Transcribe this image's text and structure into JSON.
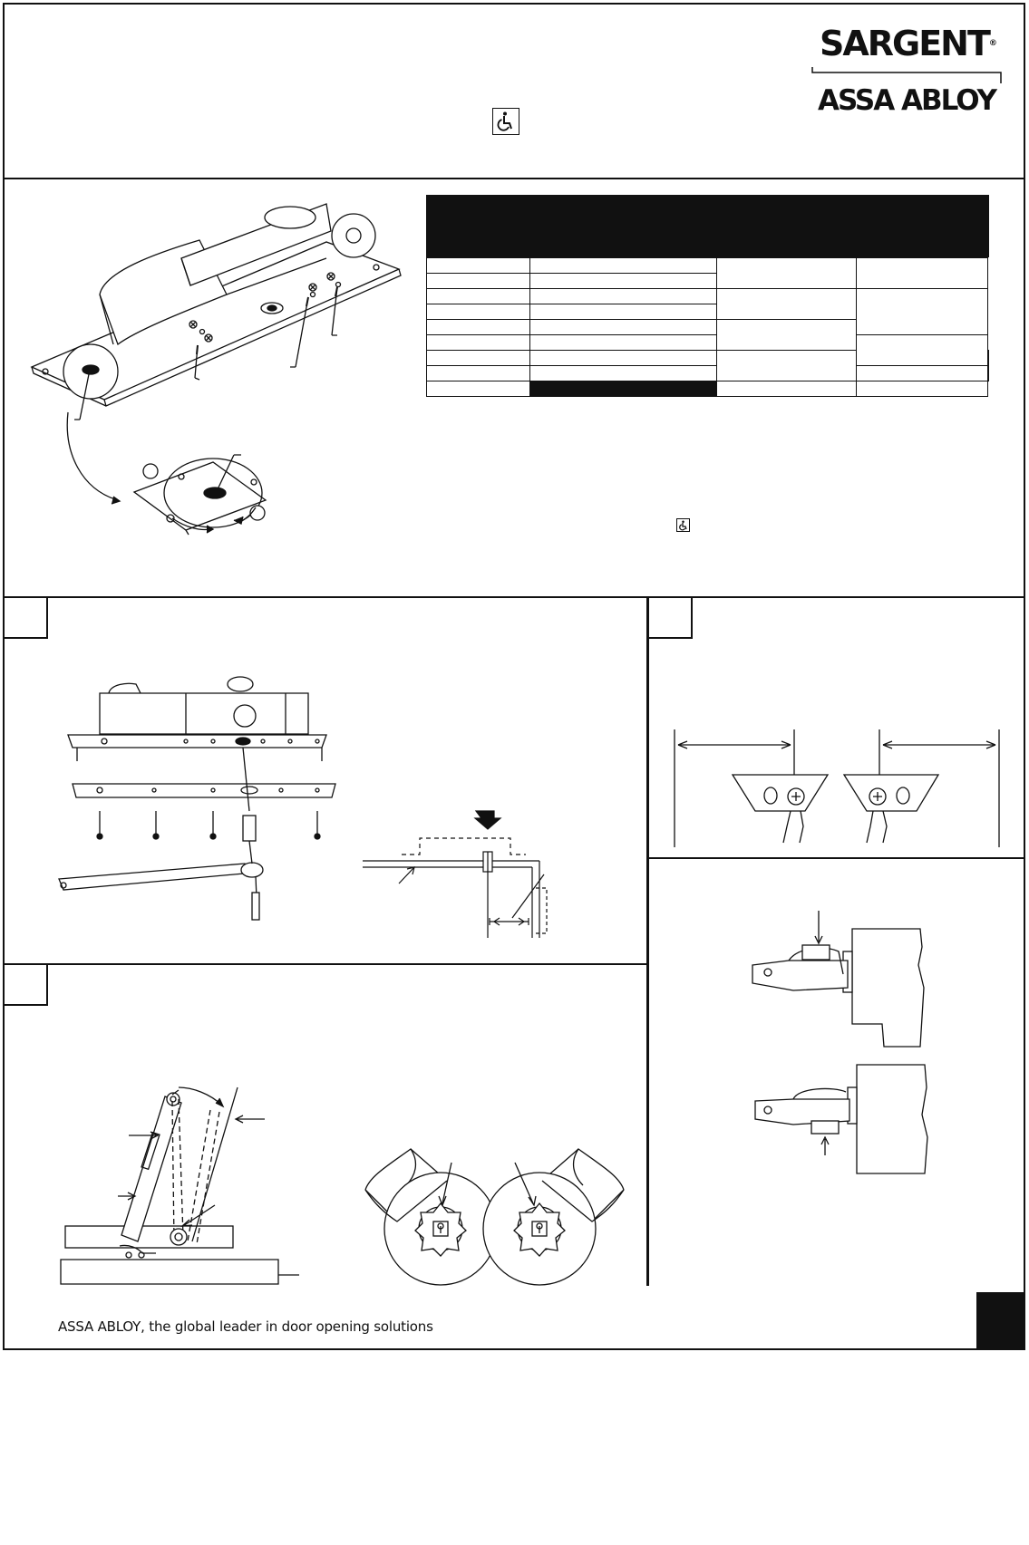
{
  "brand": {
    "name": "SARGENT",
    "registered_mark": "®",
    "group": "ASSA ABLOY"
  },
  "footer": {
    "tagline": "ASSA ABLOY, the global leader in door opening solutions"
  },
  "icons": {
    "accessibility": "wheelchair-icon"
  },
  "colors": {
    "ink": "#111111",
    "paper": "#ffffff"
  }
}
